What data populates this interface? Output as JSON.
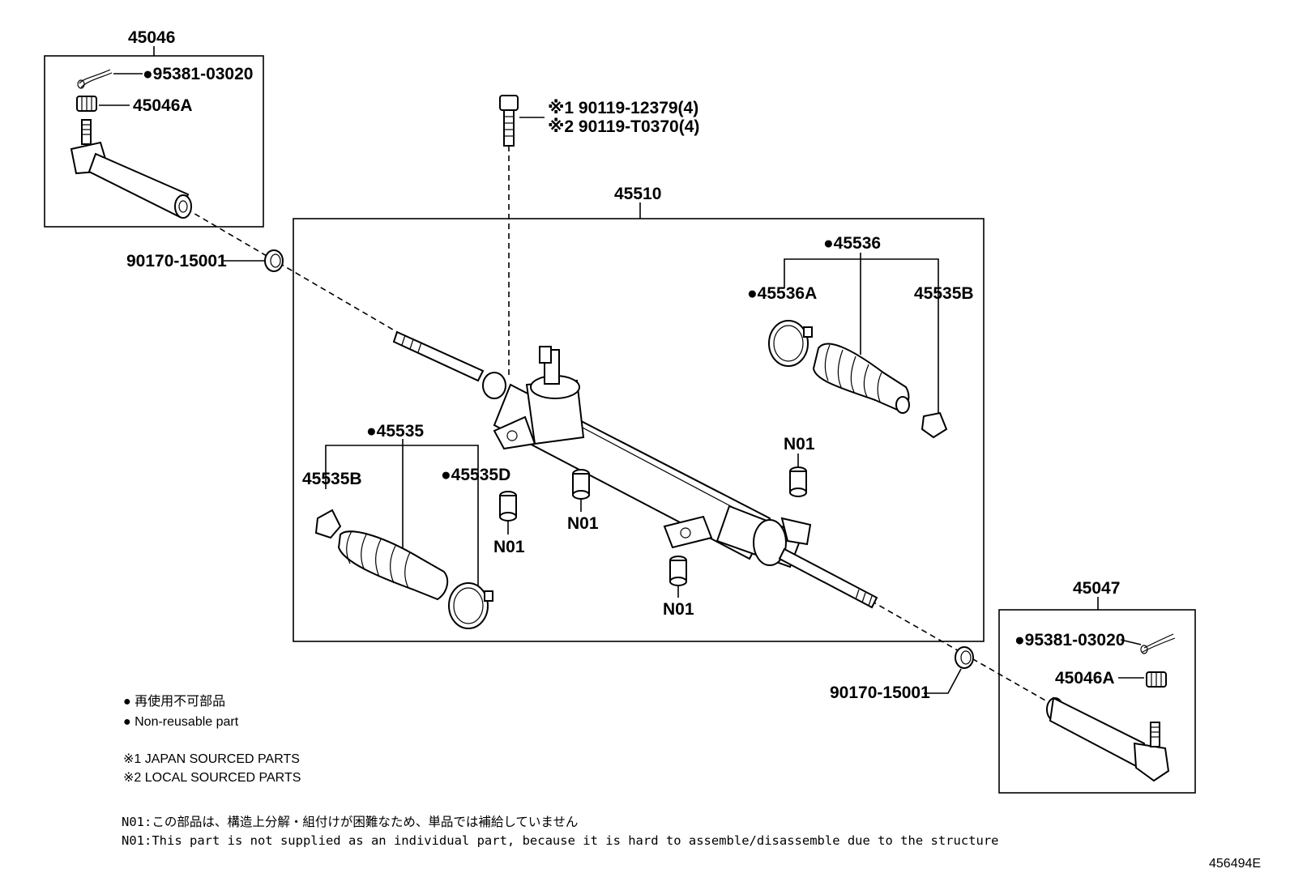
{
  "labels": {
    "tie_rod_end_left": "45046",
    "cotter_pin_left": "●95381-03020",
    "nut_left": "45046A",
    "bolt_1": "※1 90119-12379(4)",
    "bolt_2": "※2 90119-T0370(4)",
    "rack_assy": "45510",
    "boot_kit_right": "●45536",
    "clamp_right": "●45536A",
    "clip_right": "45535B",
    "lock_nut_left": "90170-15001",
    "boot_kit_left": "●45535",
    "clip_left": "45535B",
    "clamp_left": "●45535D",
    "n01_a": "N01",
    "n01_b": "N01",
    "n01_c": "N01",
    "n01_d": "N01",
    "tie_rod_end_right": "45047",
    "cotter_pin_right": "●95381-03020",
    "nut_right": "45046A",
    "lock_nut_right": "90170-15001"
  },
  "legend": {
    "non_reusable_jp": "● 再使用不可部品",
    "non_reusable_en": "● Non-reusable part",
    "japan_sourced": "※1 JAPAN SOURCED PARTS",
    "local_sourced": "※2 LOCAL SOURCED PARTS",
    "n01_note_jp": "N01:この部品は、構造上分解・組付けが困難なため、単品では補給していません",
    "n01_note_en": "N01:This part is not supplied as an individual part, because it is hard to assemble/disassemble due to the structure"
  },
  "diagram_id": "456494E"
}
